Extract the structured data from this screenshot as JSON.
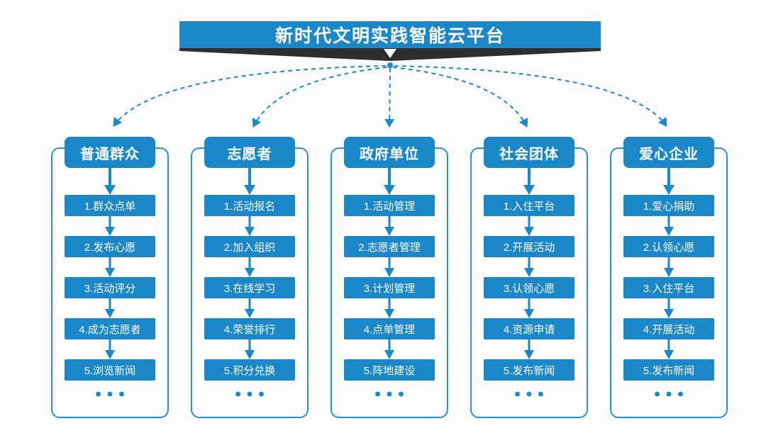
{
  "banner": {
    "title": "新时代文明实践智能云平台"
  },
  "colors": {
    "primary_blue": "#1A87C9",
    "frame_border_blue": "#2B8FD2",
    "dashed_line_blue": "#1F87CB",
    "ribbon_black": "#2E2E2E",
    "text_on_blue": "#FFFFFF",
    "background": "#FCFCFC"
  },
  "columns": [
    {
      "header": "普通群众",
      "steps": [
        "1.群众点单",
        "2.发布心愿",
        "3.活动评分",
        "4.成为志愿者",
        "5.浏览新闻"
      ],
      "more": "•••"
    },
    {
      "header": "志愿者",
      "steps": [
        "1.活动报名",
        "2.加入组织",
        "3.在线学习",
        "4.荣誉排行",
        "5.积分兑换"
      ],
      "more": "•••"
    },
    {
      "header": "政府单位",
      "steps": [
        "1.活动管理",
        "2.志愿者管理",
        "3.计划管理",
        "4.点单管理",
        "5.阵地建设"
      ],
      "more": "•••"
    },
    {
      "header": "社会团体",
      "steps": [
        "1.入住平台",
        "2.开展活动",
        "3.认领心愿",
        "4.资源申请",
        "5.发布新闻"
      ],
      "more": "•••"
    },
    {
      "header": "爱心企业",
      "steps": [
        "1.爱心捐助",
        "2.认领心愿",
        "3.入住平台",
        "4.开展活动",
        "5.发布新闻"
      ],
      "more": "•••"
    }
  ]
}
